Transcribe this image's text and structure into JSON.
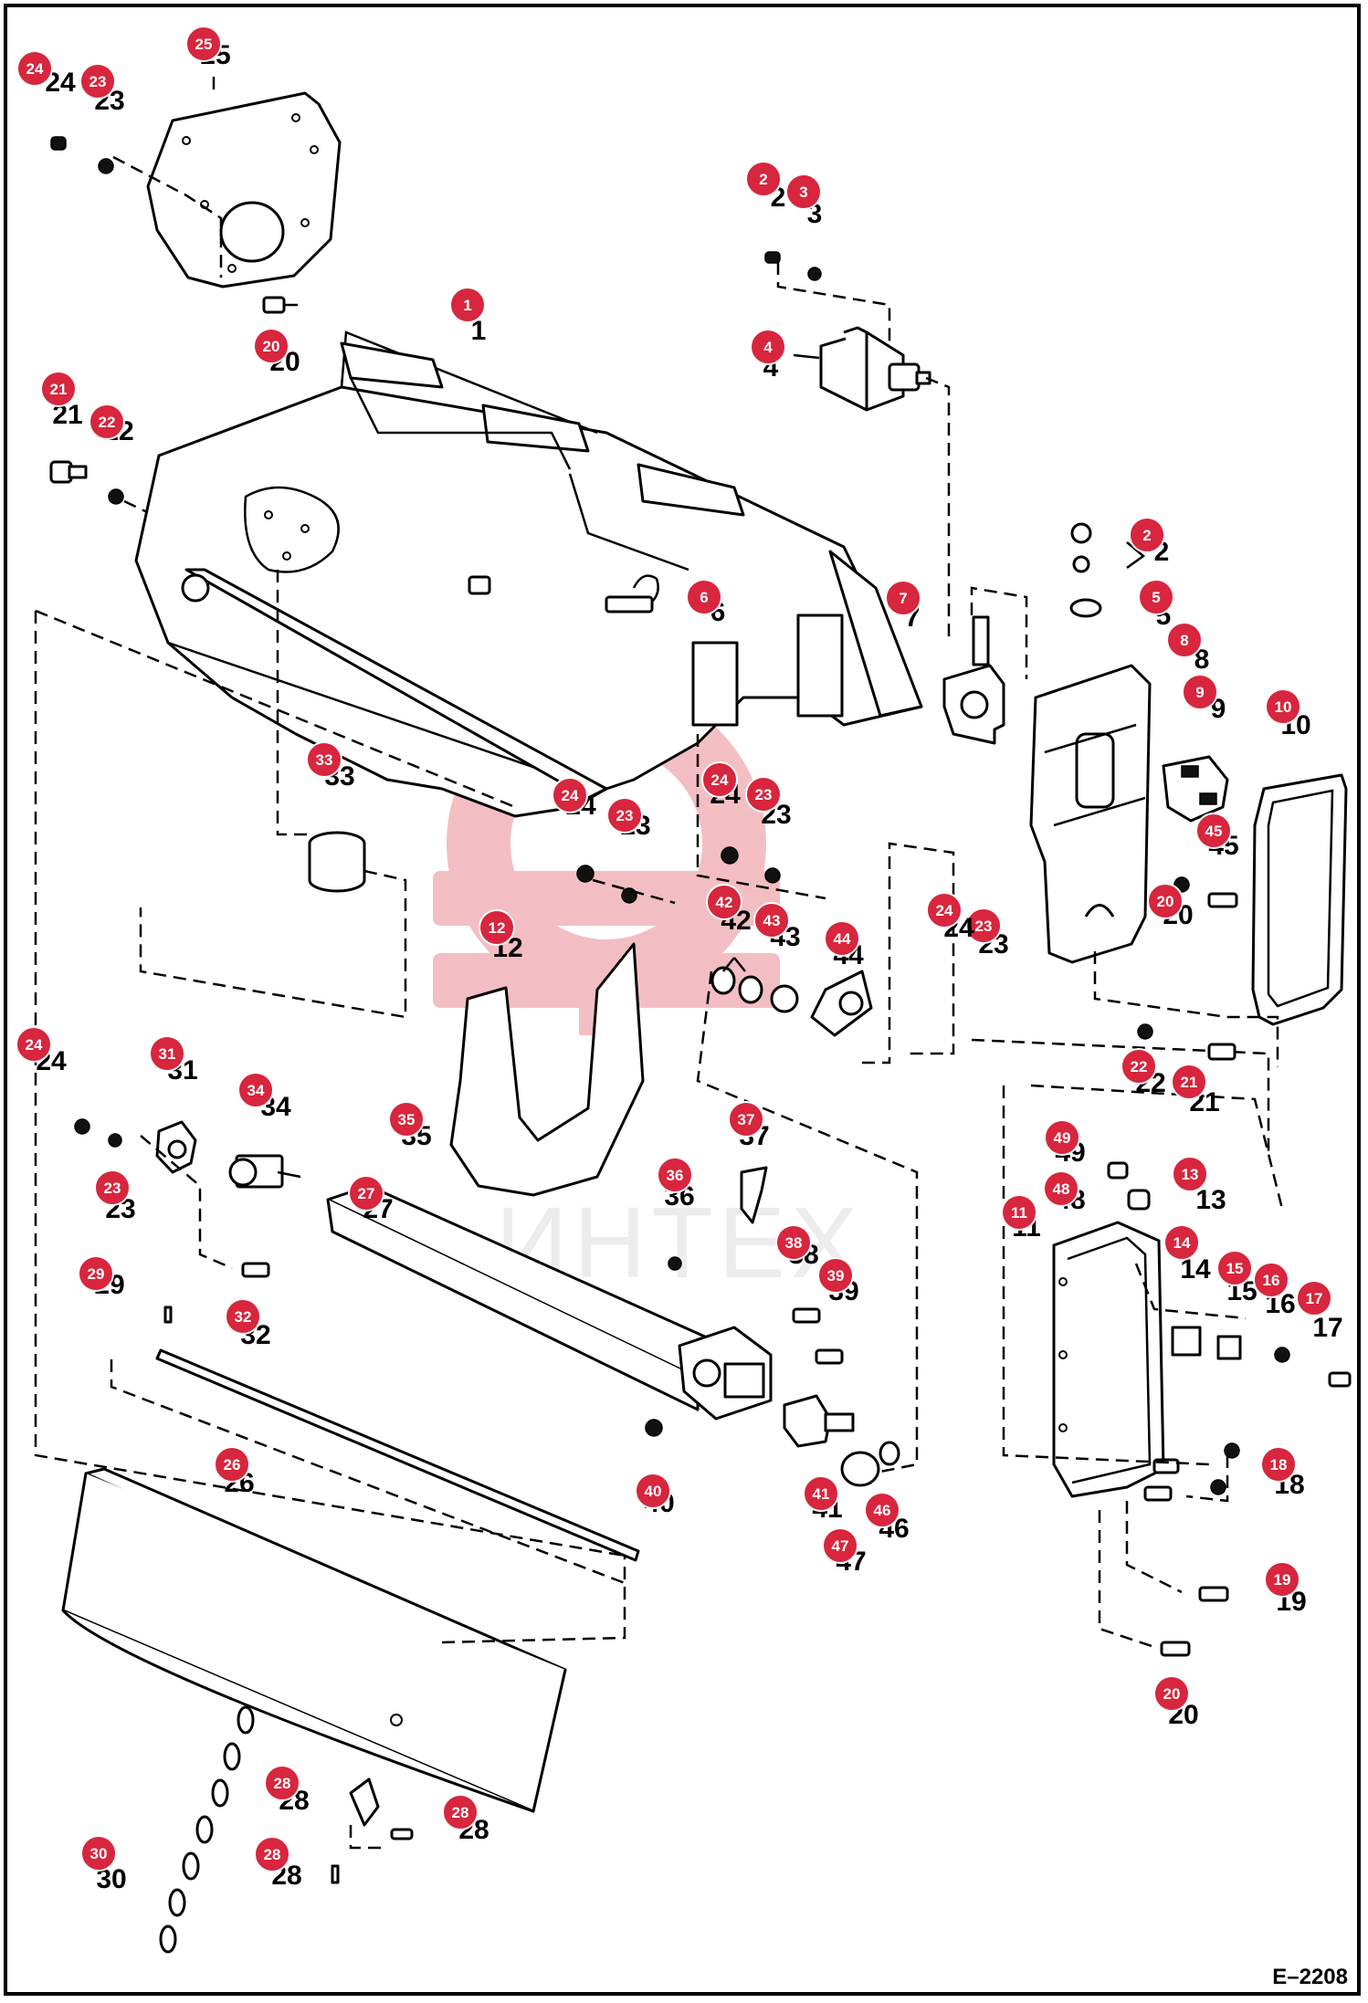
{
  "figure": {
    "code": "E–2208",
    "watermark_text": "ИНТЕХ"
  },
  "colors": {
    "badge": "#d7263d",
    "watermark": "#f2b8bd",
    "ink": "#000000"
  },
  "callouts": [
    {
      "number": "1"
    },
    {
      "number": "2"
    },
    {
      "number": "2"
    },
    {
      "number": "3"
    },
    {
      "number": "4"
    },
    {
      "number": "5"
    },
    {
      "number": "6"
    },
    {
      "number": "7"
    },
    {
      "number": "8"
    },
    {
      "number": "9"
    },
    {
      "number": "10"
    },
    {
      "number": "11"
    },
    {
      "number": "12"
    },
    {
      "number": "13"
    },
    {
      "number": "14"
    },
    {
      "number": "15"
    },
    {
      "number": "16"
    },
    {
      "number": "17"
    },
    {
      "number": "18"
    },
    {
      "number": "19"
    },
    {
      "number": "20"
    },
    {
      "number": "20"
    },
    {
      "number": "20"
    },
    {
      "number": "21"
    },
    {
      "number": "21"
    },
    {
      "number": "22"
    },
    {
      "number": "22"
    },
    {
      "number": "23"
    },
    {
      "number": "23"
    },
    {
      "number": "23"
    },
    {
      "number": "23"
    },
    {
      "number": "23"
    },
    {
      "number": "24"
    },
    {
      "number": "24"
    },
    {
      "number": "24"
    },
    {
      "number": "24"
    },
    {
      "number": "24"
    },
    {
      "number": "25"
    },
    {
      "number": "26"
    },
    {
      "number": "27"
    },
    {
      "number": "28"
    },
    {
      "number": "28"
    },
    {
      "number": "28"
    },
    {
      "number": "29"
    },
    {
      "number": "30"
    },
    {
      "number": "31"
    },
    {
      "number": "32"
    },
    {
      "number": "33"
    },
    {
      "number": "34"
    },
    {
      "number": "35"
    },
    {
      "number": "36"
    },
    {
      "number": "37"
    },
    {
      "number": "38"
    },
    {
      "number": "39"
    },
    {
      "number": "40"
    },
    {
      "number": "41"
    },
    {
      "number": "42"
    },
    {
      "number": "43"
    },
    {
      "number": "44"
    },
    {
      "number": "45"
    },
    {
      "number": "46"
    },
    {
      "number": "47"
    },
    {
      "number": "48"
    },
    {
      "number": "49"
    }
  ]
}
